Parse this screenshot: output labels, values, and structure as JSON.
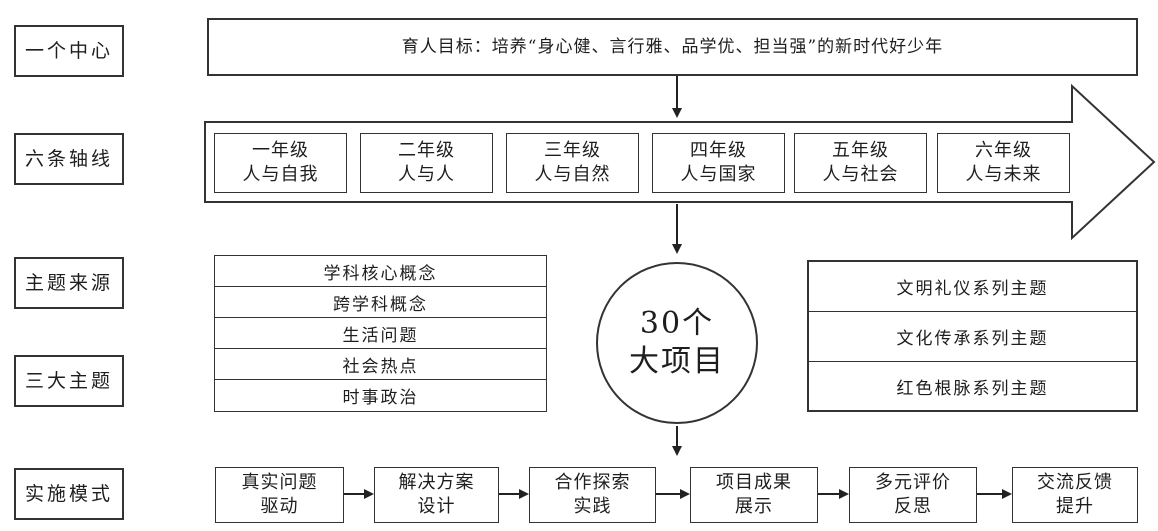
{
  "levels": {
    "center": "一个中心",
    "axes": "六条轴线",
    "sources": "主题来源",
    "themes": "三大主题",
    "mode": "实施模式"
  },
  "goal": "育人目标：培养“身心健、言行雅、品学优、担当强”的新时代好少年",
  "grades": [
    {
      "grade": "一年级",
      "focus": "人与自我"
    },
    {
      "grade": "二年级",
      "focus": "人与人"
    },
    {
      "grade": "三年级",
      "focus": "人与自然"
    },
    {
      "grade": "四年级",
      "focus": "人与国家"
    },
    {
      "grade": "五年级",
      "focus": "人与社会"
    },
    {
      "grade": "六年级",
      "focus": "人与未来"
    }
  ],
  "sources": [
    "学科核心概念",
    "跨学科概念",
    "生活问题",
    "社会热点",
    "时事政治"
  ],
  "projects": {
    "line1": "30个",
    "line2": "大项目"
  },
  "series": [
    "文明礼仪系列主题",
    "文化传承系列主题",
    "红色根脉系列主题"
  ],
  "steps": [
    {
      "l1": "真实问题",
      "l2": "驱动"
    },
    {
      "l1": "解决方案",
      "l2": "设计"
    },
    {
      "l1": "合作探索",
      "l2": "实践"
    },
    {
      "l1": "项目成果",
      "l2": "展示"
    },
    {
      "l1": "多元评价",
      "l2": "反思"
    },
    {
      "l1": "交流反馈",
      "l2": "提升"
    }
  ]
}
